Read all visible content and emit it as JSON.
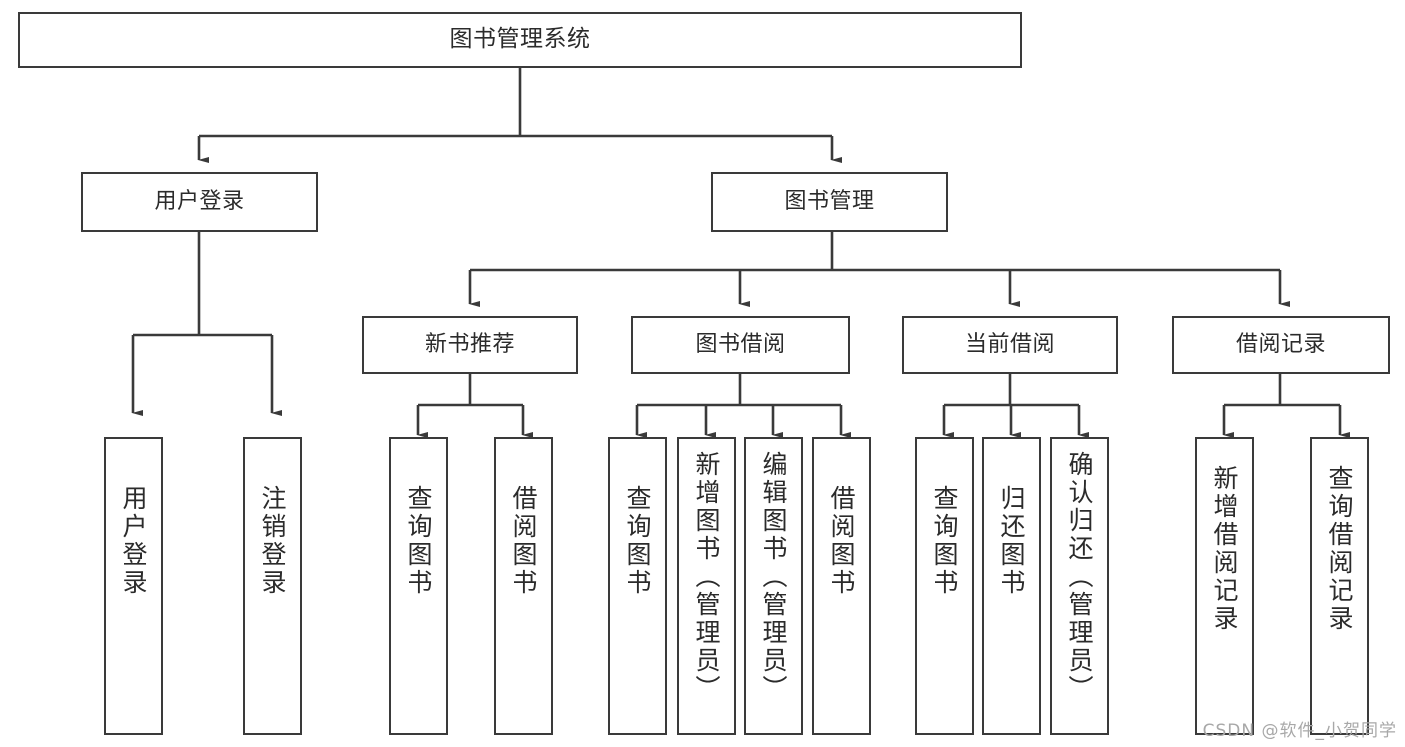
{
  "diagram": {
    "title": "图书管理系统",
    "type": "tree-structure-chart",
    "root": {
      "id": "root",
      "label": "图书管理系统"
    },
    "level2": [
      {
        "id": "user-login",
        "label": "用户登录"
      },
      {
        "id": "book-management",
        "label": "图书管理"
      }
    ],
    "level3": [
      {
        "id": "new-book-recommend",
        "label": "新书推荐"
      },
      {
        "id": "book-borrow",
        "label": "图书借阅"
      },
      {
        "id": "current-borrow",
        "label": "当前借阅"
      },
      {
        "id": "borrow-record",
        "label": "借阅记录"
      }
    ],
    "leaves": {
      "user_login": [
        {
          "id": "leaf-user-login",
          "label": "用户登录"
        },
        {
          "id": "leaf-logout-login",
          "label": "注销登录"
        }
      ],
      "new_book_recommend": [
        {
          "id": "leaf-query-book-1",
          "label": "查询图书"
        },
        {
          "id": "leaf-borrow-book-1",
          "label": "借阅图书"
        }
      ],
      "book_borrow": [
        {
          "id": "leaf-query-book-2",
          "label": "查询图书"
        },
        {
          "id": "leaf-add-book",
          "label": "新增图书（管理员）"
        },
        {
          "id": "leaf-edit-book",
          "label": "编辑图书（管理员）"
        },
        {
          "id": "leaf-borrow-book-2",
          "label": "借阅图书"
        }
      ],
      "current_borrow": [
        {
          "id": "leaf-query-book-3",
          "label": "查询图书"
        },
        {
          "id": "leaf-return-book",
          "label": "归还图书"
        },
        {
          "id": "leaf-confirm-return",
          "label": "确认归还（管理员）"
        }
      ],
      "borrow_record": [
        {
          "id": "leaf-add-record",
          "label": "新增借阅记录"
        },
        {
          "id": "leaf-query-record",
          "label": "查询借阅记录"
        }
      ]
    },
    "watermark": "CSDN @软件_小贺同学",
    "colors": {
      "border": "#3a3a3a",
      "text": "#2b2b2b",
      "background": "#ffffff",
      "watermark": "#a8a8a8"
    }
  }
}
